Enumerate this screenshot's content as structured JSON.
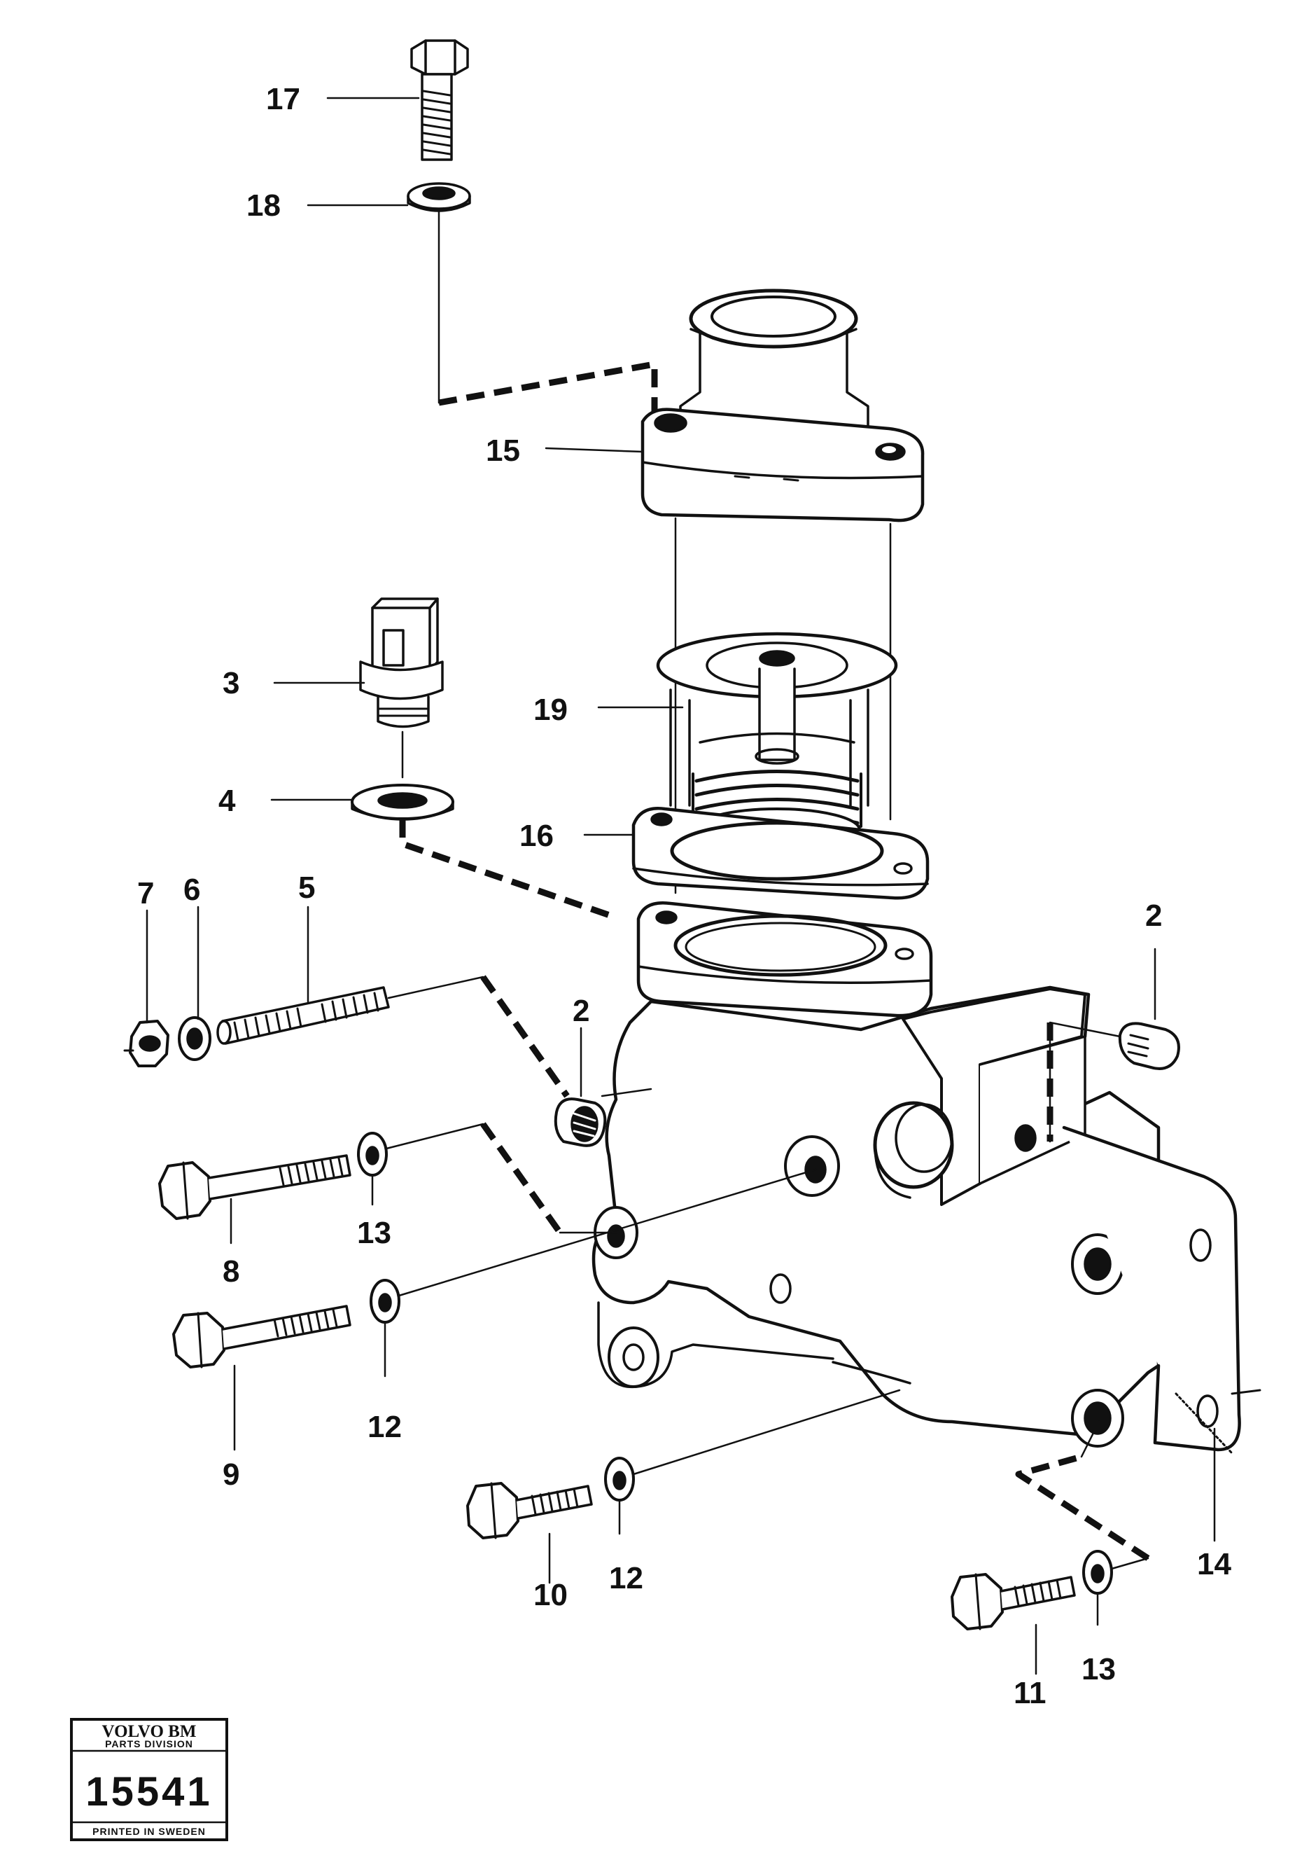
{
  "callouts": {
    "c17": "17",
    "c18": "18",
    "c15": "15",
    "c3": "3",
    "c19": "19",
    "c4": "4",
    "c16": "16",
    "c7": "7",
    "c6": "6",
    "c5": "5",
    "c2a": "2",
    "c2b": "2",
    "c8": "8",
    "c13a": "13",
    "c9": "9",
    "c12a": "12",
    "c10": "10",
    "c12b": "12",
    "c14": "14",
    "c11": "11",
    "c13b": "13"
  },
  "stamp": {
    "brand": "VOLVO BM",
    "division": "PARTS DIVISION",
    "number": "15541",
    "printed": "PRINTED IN SWEDEN"
  },
  "colors": {
    "ink": "#111111",
    "paper": "#ffffff"
  }
}
